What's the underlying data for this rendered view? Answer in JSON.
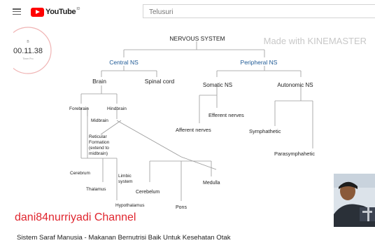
{
  "header": {
    "logo_text": "YouTube",
    "logo_region": "ID",
    "search_placeholder": "Telusuri"
  },
  "video": {
    "timer": {
      "top_label": "B",
      "time": "00.11.38",
      "caption": "Timer Pro"
    },
    "watermark": "Made with KINEMASTER",
    "channel_caption": "dani84nurriyadi Channel",
    "diagram": {
      "root": "NERVOUS SYSTEM",
      "central": "Central NS",
      "peripheral": "Peripheral NS",
      "brain": "Brain",
      "spinal_cord": "Spinal cord",
      "somatic": "Somatic NS",
      "autonomic": "Autonomic NS",
      "forebrain": "Forebrain",
      "hindbrain": "Hindbrain",
      "midbrain": "Midbrain",
      "reticular_1": "Reticular",
      "reticular_2": "Formation",
      "reticular_3": "(extend to",
      "reticular_4": "midbrain)",
      "efferent": "Efferent nerves",
      "afferent": "Afferent nerves",
      "symphathetic": "Symphathetic",
      "parasymphahetic": "Parasymphahetic",
      "cerebrum": "Cerebrum",
      "limbic_1": "Limbic",
      "limbic_2": "system",
      "thalamus": "Thalamus",
      "hypothalamus": "Hypothalamus",
      "cerebelum": "Cerebelum",
      "pons": "Pons",
      "medulla": "Medulla"
    }
  },
  "video_title": "Sistem Saraf Manusia - Makanan Bernutrisi Baik Untuk Kesehatan Otak",
  "colors": {
    "youtube_red": "#ff0000",
    "central_blue": "#1f5a96",
    "channel_red": "#e0262f",
    "timer_ring": "#f0a8a8"
  }
}
